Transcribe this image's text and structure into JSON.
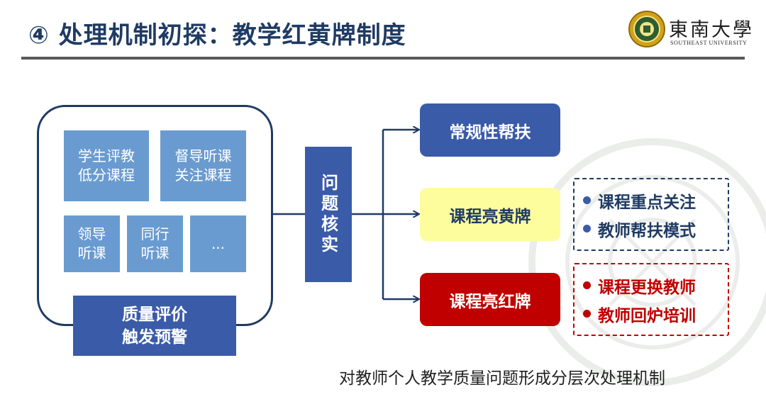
{
  "header": {
    "title": "④ 处理机制初探：教学红黄牌制度",
    "logo": {
      "name_cn": "東南大學",
      "name_en": "SOUTHEAST UNIVERSITY"
    }
  },
  "diagram": {
    "sources": [
      {
        "line1": "学生评教",
        "line2": "低分课程"
      },
      {
        "line1": "督导听课",
        "line2": "关注课程"
      },
      {
        "line1": "领导",
        "line2": "听课"
      },
      {
        "line1": "同行",
        "line2": "听课"
      },
      {
        "line1": "...",
        "line2": ""
      }
    ],
    "trigger": {
      "line1": "质量评价",
      "line2": "触发预警"
    },
    "verification": "问题核实",
    "outcomes": {
      "normal": "常规性帮扶",
      "yellow": "课程亮黄牌",
      "red": "课程亮红牌"
    },
    "yellow_measures": [
      "课程重点关注",
      "教师帮扶模式"
    ],
    "red_measures": [
      "课程更换教师",
      "教师回炉培训"
    ]
  },
  "caption": "对教师个人教学质量问题形成分层次处理机制",
  "colors": {
    "navy": "#1f3b63",
    "box_blue": "#3a5ba8",
    "tile_blue": "#6a9bd0",
    "yellow": "#fdfd9e",
    "red": "#c00000",
    "rule_gray": "#595959"
  }
}
